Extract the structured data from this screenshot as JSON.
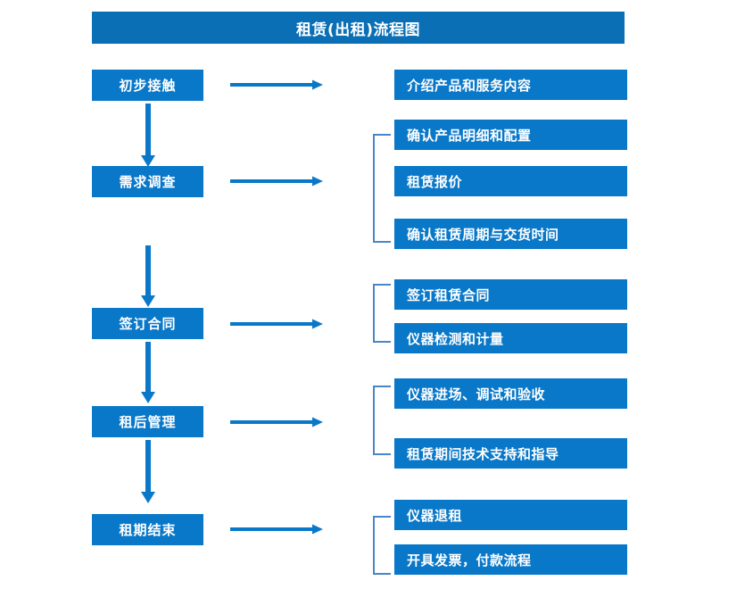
{
  "chart_data": {
    "type": "diagram",
    "title": "租赁(出租)流程图",
    "diagram_kind": "flowchart",
    "orientation": "top-to-bottom with right-side detail branches",
    "stages": [
      {
        "label": "初步接触",
        "details": [
          "介绍产品和服务内容"
        ],
        "bracketed": false
      },
      {
        "label": "需求调查",
        "details": [
          "确认产品明细和配置",
          "租赁报价",
          "确认租赁周期与交货时间"
        ],
        "bracketed": true
      },
      {
        "label": "签订合同",
        "details": [
          "签订租赁合同",
          "仪器检测和计量"
        ],
        "bracketed": true
      },
      {
        "label": "租后管理",
        "details": [
          "仪器进场、调试和验收",
          "租赁期间技术支持和指导"
        ],
        "bracketed": true
      },
      {
        "label": "租期结束",
        "details": [
          "仪器退租",
          "开具发票，付款流程"
        ],
        "bracketed": true
      }
    ],
    "colors": {
      "title_bar": "#0b6fb5",
      "box_fill": "#0a78c8",
      "box_text": "#ffffff",
      "arrow": "#0a78c8",
      "bracket": "#4a86c5",
      "background": "#ffffff"
    }
  },
  "title": {
    "text": "租赁(出租)流程图"
  },
  "stages": [
    {
      "label": "初步接触"
    },
    {
      "label": "需求调查"
    },
    {
      "label": "签订合同"
    },
    {
      "label": "租后管理"
    },
    {
      "label": "租期结束"
    }
  ],
  "details": {
    "g1": [
      {
        "label": "介绍产品和服务内容"
      }
    ],
    "g2": [
      {
        "label": "确认产品明细和配置"
      },
      {
        "label": "租赁报价"
      },
      {
        "label": "确认租赁周期与交货时间"
      }
    ],
    "g3": [
      {
        "label": "签订租赁合同"
      },
      {
        "label": "仪器检测和计量"
      }
    ],
    "g4": [
      {
        "label": "仪器进场、调试和验收"
      },
      {
        "label": "租赁期间技术支持和指导"
      }
    ],
    "g5": [
      {
        "label": "仪器退租"
      },
      {
        "label": "开具发票，付款流程"
      }
    ]
  },
  "icons": {
    "arrow_right": "arrow-right-icon",
    "arrow_down": "arrow-down-icon",
    "bracket": "group-bracket-icon"
  }
}
